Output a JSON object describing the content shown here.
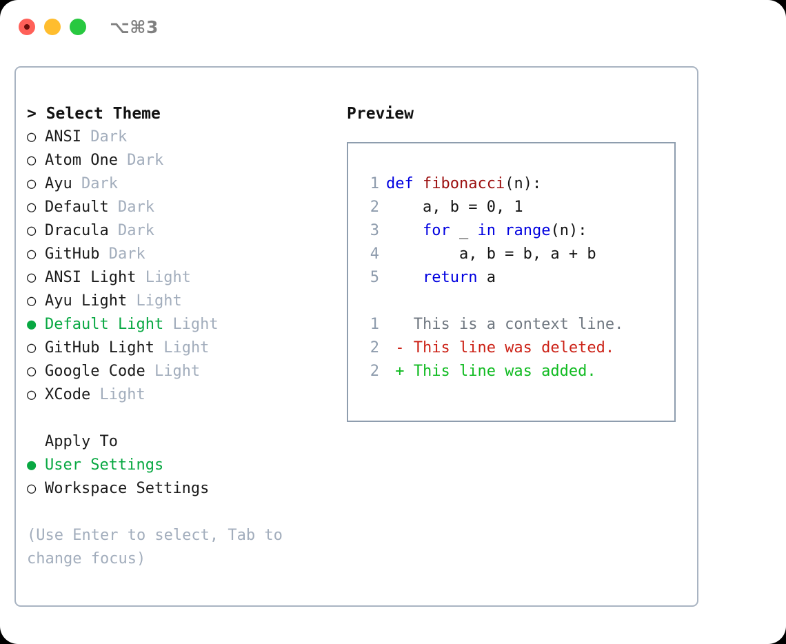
{
  "titlebar": {
    "shortcut": "⌥⌘3",
    "buttons": [
      {
        "name": "close",
        "color": "#ff6058"
      },
      {
        "name": "minimize",
        "color": "#ffbd2e"
      },
      {
        "name": "zoom",
        "color": "#28c840"
      }
    ]
  },
  "theme_picker": {
    "header_prefix": "> ",
    "header": "Select Theme",
    "marker_selected": "●",
    "marker_unselected": "○",
    "items": [
      {
        "name": "ANSI",
        "variant": "Dark",
        "selected": false
      },
      {
        "name": "Atom One",
        "variant": "Dark",
        "selected": false
      },
      {
        "name": "Ayu",
        "variant": "Dark",
        "selected": false
      },
      {
        "name": "Default",
        "variant": "Dark",
        "selected": false
      },
      {
        "name": "Dracula",
        "variant": "Dark",
        "selected": false
      },
      {
        "name": "GitHub",
        "variant": "Dark",
        "selected": false
      },
      {
        "name": "ANSI Light",
        "variant": "Light",
        "selected": false
      },
      {
        "name": "Ayu Light",
        "variant": "Light",
        "selected": false
      },
      {
        "name": "Default Light",
        "variant": "Light",
        "selected": true
      },
      {
        "name": "GitHub Light",
        "variant": "Light",
        "selected": false
      },
      {
        "name": "Google Code",
        "variant": "Light",
        "selected": false
      },
      {
        "name": "XCode",
        "variant": "Light",
        "selected": false
      }
    ]
  },
  "apply_to": {
    "header": "Apply To",
    "items": [
      {
        "name": "User Settings",
        "selected": true
      },
      {
        "name": "Workspace Settings",
        "selected": false
      }
    ]
  },
  "hint": "(Use Enter to select, Tab to change focus)",
  "preview": {
    "title": "Preview",
    "code_lines": [
      {
        "no": "1",
        "tokens": [
          {
            "t": "def ",
            "c": "kw"
          },
          {
            "t": "fibonacci",
            "c": "fn"
          },
          {
            "t": "(n):",
            "c": "plain"
          }
        ]
      },
      {
        "no": "2",
        "tokens": [
          {
            "t": "    a, b = 0, 1",
            "c": "plain"
          }
        ]
      },
      {
        "no": "3",
        "tokens": [
          {
            "t": "    ",
            "c": "plain"
          },
          {
            "t": "for",
            "c": "kw"
          },
          {
            "t": " _ ",
            "c": "plain"
          },
          {
            "t": "in",
            "c": "kw"
          },
          {
            "t": " ",
            "c": "plain"
          },
          {
            "t": "range",
            "c": "kw"
          },
          {
            "t": "(n):",
            "c": "plain"
          }
        ]
      },
      {
        "no": "4",
        "tokens": [
          {
            "t": "        a, b = b, a + b",
            "c": "plain"
          }
        ]
      },
      {
        "no": "5",
        "tokens": [
          {
            "t": "    ",
            "c": "plain"
          },
          {
            "t": "return",
            "c": "kw"
          },
          {
            "t": " a",
            "c": "plain"
          }
        ]
      }
    ],
    "diff_lines": [
      {
        "no": "1",
        "marker": "  ",
        "text": "This is a context line.",
        "kind": "diff-ctx"
      },
      {
        "no": "2",
        "marker": "- ",
        "text": "This line was deleted.",
        "kind": "diff-del"
      },
      {
        "no": "2",
        "marker": "+ ",
        "text": "This line was added.",
        "kind": "diff-add"
      }
    ]
  },
  "colors": {
    "accent_green": "#08a842",
    "muted": "#a2adbc",
    "keyword": "#0000e0",
    "function": "#9c1010",
    "diff_added": "#11bb22",
    "diff_deleted": "#cc2217",
    "panel_border": "#a9b4c2"
  }
}
